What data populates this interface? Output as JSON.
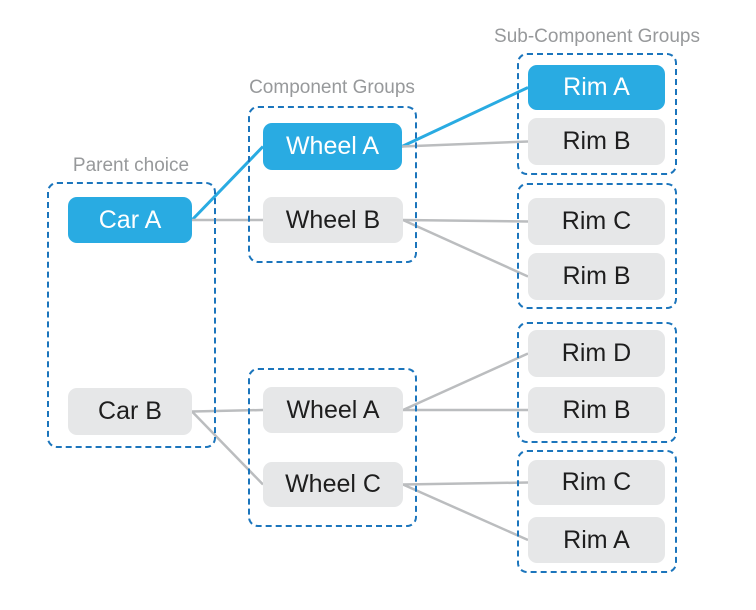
{
  "diagram": {
    "title_labels": {
      "parent": "Parent choice",
      "component": "Component Groups",
      "subcomponent": "Sub-Component Groups"
    },
    "nodes": [
      {
        "id": "car-a",
        "label": "Car A",
        "column": "parent",
        "selected": true
      },
      {
        "id": "car-b",
        "label": "Car B",
        "column": "parent",
        "selected": false
      },
      {
        "id": "wheel-a1",
        "label": "Wheel A",
        "column": "component",
        "selected": true
      },
      {
        "id": "wheel-b",
        "label": "Wheel B",
        "column": "component",
        "selected": false
      },
      {
        "id": "wheel-a2",
        "label": "Wheel A",
        "column": "component",
        "selected": false
      },
      {
        "id": "wheel-c",
        "label": "Wheel C",
        "column": "component",
        "selected": false
      },
      {
        "id": "rim-a1",
        "label": "Rim A",
        "column": "subcomponent",
        "selected": true
      },
      {
        "id": "rim-b1",
        "label": "Rim B",
        "column": "subcomponent",
        "selected": false
      },
      {
        "id": "rim-c1",
        "label": "Rim C",
        "column": "subcomponent",
        "selected": false
      },
      {
        "id": "rim-b2",
        "label": "Rim B",
        "column": "subcomponent",
        "selected": false
      },
      {
        "id": "rim-d",
        "label": "Rim D",
        "column": "subcomponent",
        "selected": false
      },
      {
        "id": "rim-b3",
        "label": "Rim B",
        "column": "subcomponent",
        "selected": false
      },
      {
        "id": "rim-c2",
        "label": "Rim C",
        "column": "subcomponent",
        "selected": false
      },
      {
        "id": "rim-a2",
        "label": "Rim A",
        "column": "subcomponent",
        "selected": false
      }
    ],
    "connections": [
      {
        "from": "car-a",
        "to": "wheel-a1",
        "highlighted": true
      },
      {
        "from": "car-a",
        "to": "wheel-b",
        "highlighted": false
      },
      {
        "from": "wheel-a1",
        "to": "rim-a1",
        "highlighted": true
      },
      {
        "from": "wheel-a1",
        "to": "rim-b1",
        "highlighted": false
      },
      {
        "from": "wheel-b",
        "to": "rim-c1",
        "highlighted": false
      },
      {
        "from": "wheel-b",
        "to": "rim-b2",
        "highlighted": false
      },
      {
        "from": "car-b",
        "to": "wheel-a2",
        "highlighted": false
      },
      {
        "from": "car-b",
        "to": "wheel-c",
        "highlighted": false
      },
      {
        "from": "wheel-a2",
        "to": "rim-d",
        "highlighted": false
      },
      {
        "from": "wheel-a2",
        "to": "rim-b3",
        "highlighted": false
      },
      {
        "from": "wheel-c",
        "to": "rim-c2",
        "highlighted": false
      },
      {
        "from": "wheel-c",
        "to": "rim-a2",
        "highlighted": false
      }
    ],
    "colors": {
      "selected_fill": "#29ABE2",
      "node_fill": "#E6E7E8",
      "group_border": "#1B75BC",
      "connector": "#BBBDBF",
      "connector_highlight": "#29ABE2",
      "label_text": "#97999B",
      "node_text": "#1E1E1E",
      "selected_text": "#FFFFFF",
      "background": "#FFFFFF"
    }
  }
}
